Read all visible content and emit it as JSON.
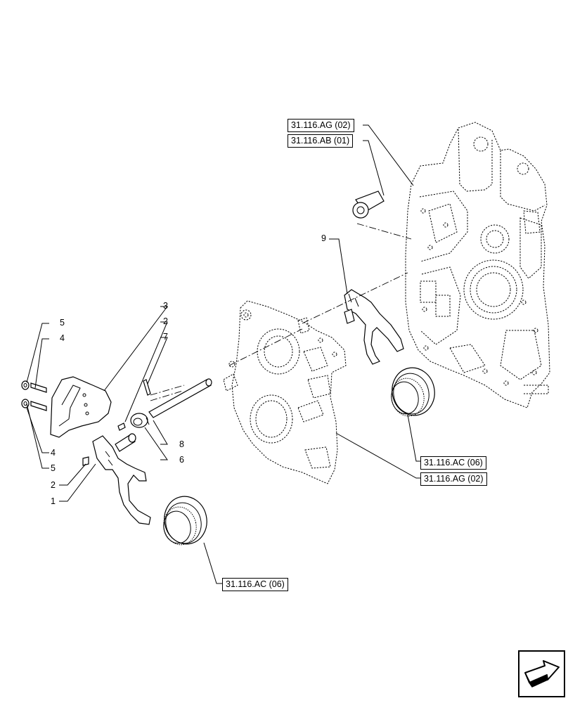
{
  "references": [
    {
      "id": "ref-ag-02-top",
      "label": "31.116.AG (02)"
    },
    {
      "id": "ref-ab-01",
      "label": "31.116.AB (01)"
    },
    {
      "id": "ref-ac-06-right",
      "label": "31.116.AC (06)"
    },
    {
      "id": "ref-ag-02-mid",
      "label": "31.116.AG (02)"
    },
    {
      "id": "ref-ac-06-bottom",
      "label": "31.116.AC (06)"
    }
  ],
  "callouts": {
    "c9": "9",
    "c3": "3",
    "c2_upper": "2",
    "c5_upper": "5",
    "c4_upper": "4",
    "c7": "7",
    "c8": "8",
    "c6": "6",
    "c4_lower": "4",
    "c5_lower": "5",
    "c2_lower": "2",
    "c1": "1"
  },
  "navigation": {
    "icon": "arrow-next-page-icon"
  }
}
